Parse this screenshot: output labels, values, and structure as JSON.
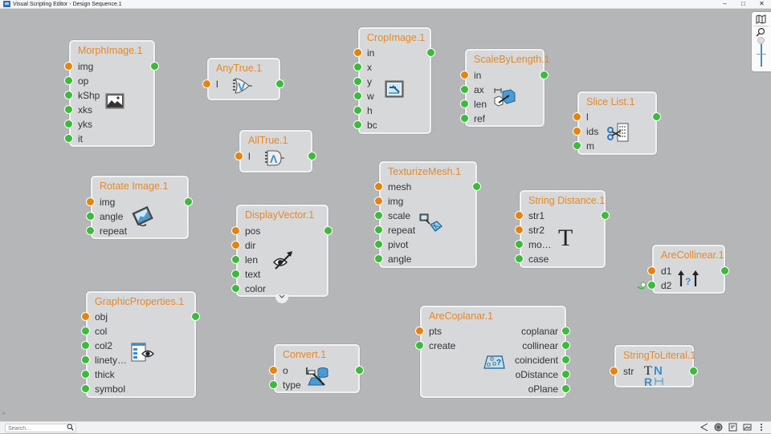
{
  "window": {
    "title": "Visual Scripting Editor - Design Sequence.1",
    "controls": {
      "minimize": "–",
      "maximize": "□",
      "close": "✕"
    }
  },
  "zoom_panel": {
    "map_icon": "🗺",
    "zoom_icon": "🔍"
  },
  "nodes": [
    {
      "id": "morphimage",
      "title": "MorphImage.1",
      "inputs": [
        {
          "label": "img",
          "color": "orange"
        },
        {
          "label": "op",
          "color": "green"
        },
        {
          "label": "kShp",
          "color": "green"
        },
        {
          "label": "xks",
          "color": "green"
        },
        {
          "label": "yks",
          "color": "green"
        },
        {
          "label": "it",
          "color": "green"
        }
      ],
      "outputs": [
        {
          "label": "",
          "color": "green"
        }
      ],
      "icon": "image-icon"
    },
    {
      "id": "anytrue",
      "title": "AnyTrue.1",
      "inputs": [
        {
          "label": "l",
          "color": "orange"
        }
      ],
      "outputs": [
        {
          "label": "",
          "color": "green"
        }
      ],
      "icon": "or-gate-icon",
      "glyph": "V"
    },
    {
      "id": "alltrue",
      "title": "AllTrue.1",
      "inputs": [
        {
          "label": "l",
          "color": "orange"
        }
      ],
      "outputs": [
        {
          "label": "",
          "color": "green"
        }
      ],
      "icon": "and-gate-icon",
      "glyph": "Λ"
    },
    {
      "id": "cropimage",
      "title": "CropImage.1",
      "inputs": [
        {
          "label": "in",
          "color": "orange"
        },
        {
          "label": "x",
          "color": "green"
        },
        {
          "label": "y",
          "color": "green"
        },
        {
          "label": "w",
          "color": "green"
        },
        {
          "label": "h",
          "color": "green"
        },
        {
          "label": "bc",
          "color": "green"
        }
      ],
      "outputs": [
        {
          "label": "",
          "color": "green"
        }
      ],
      "icon": "crop-image-icon"
    },
    {
      "id": "scalebylength",
      "title": "ScaleByLength.1",
      "inputs": [
        {
          "label": "in",
          "color": "orange"
        },
        {
          "label": "ax",
          "color": "green"
        },
        {
          "label": "len",
          "color": "green"
        },
        {
          "label": "ref",
          "color": "green"
        }
      ],
      "outputs": [
        {
          "label": "",
          "color": "green"
        }
      ],
      "icon": "scale-cube-icon"
    },
    {
      "id": "slicelist",
      "title": "Slice List.1",
      "inputs": [
        {
          "label": "l",
          "color": "orange"
        },
        {
          "label": "ids",
          "color": "orange"
        },
        {
          "label": "m",
          "color": "green"
        }
      ],
      "outputs": [
        {
          "label": "",
          "color": "green"
        }
      ],
      "icon": "scissors-list-icon"
    },
    {
      "id": "rotateimage",
      "title": "Rotate Image.1",
      "inputs": [
        {
          "label": "img",
          "color": "orange"
        },
        {
          "label": "angle",
          "color": "green"
        },
        {
          "label": "repeat",
          "color": "green"
        }
      ],
      "outputs": [
        {
          "label": "",
          "color": "green"
        }
      ],
      "icon": "rotate-image-icon"
    },
    {
      "id": "displayvector",
      "title": "DisplayVector.1",
      "inputs": [
        {
          "label": "pos",
          "color": "orange"
        },
        {
          "label": "dir",
          "color": "orange"
        },
        {
          "label": "len",
          "color": "green"
        },
        {
          "label": "text",
          "color": "green"
        },
        {
          "label": "color",
          "color": "green"
        }
      ],
      "outputs": [
        {
          "label": "",
          "color": "green"
        }
      ],
      "icon": "eye-arrow-icon"
    },
    {
      "id": "texturizemesh",
      "title": "TexturizeMesh.1",
      "inputs": [
        {
          "label": "mesh",
          "color": "orange"
        },
        {
          "label": "img",
          "color": "orange"
        },
        {
          "label": "scale",
          "color": "green"
        },
        {
          "label": "repeat",
          "color": "green"
        },
        {
          "label": "pivot",
          "color": "green"
        },
        {
          "label": "angle",
          "color": "green"
        }
      ],
      "outputs": [
        {
          "label": "",
          "color": "green"
        }
      ],
      "icon": "texture-mesh-icon"
    },
    {
      "id": "stringdistance",
      "title": "String Distance.1",
      "inputs": [
        {
          "label": "str1",
          "color": "orange"
        },
        {
          "label": "str2",
          "color": "orange"
        },
        {
          "label": "mo…",
          "color": "green"
        },
        {
          "label": "case",
          "color": "green"
        }
      ],
      "outputs": [
        {
          "label": "",
          "color": "green"
        }
      ],
      "icon": "text-t-icon",
      "glyph": "T"
    },
    {
      "id": "arecollinear",
      "title": "AreCollinear.1",
      "inputs": [
        {
          "label": "d1",
          "color": "orange"
        },
        {
          "label": "d2",
          "color": "green"
        }
      ],
      "outputs": [
        {
          "label": "",
          "color": "green"
        }
      ],
      "icon": "collinear-arrows-icon"
    },
    {
      "id": "graphicproperties",
      "title": "GraphicProperties.1",
      "inputs": [
        {
          "label": "obj",
          "color": "orange"
        },
        {
          "label": "col",
          "color": "green"
        },
        {
          "label": "col2",
          "color": "green"
        },
        {
          "label": "linety…",
          "color": "green"
        },
        {
          "label": "thick",
          "color": "green"
        },
        {
          "label": "symbol",
          "color": "green"
        }
      ],
      "outputs": [
        {
          "label": "",
          "color": "green"
        }
      ],
      "icon": "properties-eye-icon"
    },
    {
      "id": "convert",
      "title": "Convert.1",
      "inputs": [
        {
          "label": "o",
          "color": "orange"
        },
        {
          "label": "type",
          "color": "green"
        }
      ],
      "outputs": [
        {
          "label": "",
          "color": "green"
        }
      ],
      "icon": "convert-icon"
    },
    {
      "id": "arecoplanar",
      "title": "AreCoplanar.1",
      "inputs": [
        {
          "label": "pts",
          "color": "orange"
        },
        {
          "label": "create",
          "color": "green"
        }
      ],
      "outputs": [
        {
          "label": "coplanar",
          "color": "green"
        },
        {
          "label": "collinear",
          "color": "green"
        },
        {
          "label": "coincident",
          "color": "green"
        },
        {
          "label": "oDistance",
          "color": "green"
        },
        {
          "label": "oPlane",
          "color": "green"
        }
      ],
      "icon": "coplanar-icon"
    },
    {
      "id": "stringtoliteral",
      "title": "StringToLiteral.1",
      "inputs": [
        {
          "label": "str",
          "color": "orange"
        }
      ],
      "outputs": [
        {
          "label": "",
          "color": "green"
        }
      ],
      "icon": "string-literal-icon"
    }
  ],
  "statusbar": {
    "search_placeholder": "Search...",
    "icons": [
      "share-icon",
      "globe-icon",
      "note-icon",
      "image-icon",
      "more-icon"
    ]
  },
  "colors": {
    "title": "#e6882a",
    "port_orange": "#e6820e",
    "port_green": "#3cba3c",
    "canvas": "#b5b6b8",
    "node_bg": "#d7d8d9"
  }
}
